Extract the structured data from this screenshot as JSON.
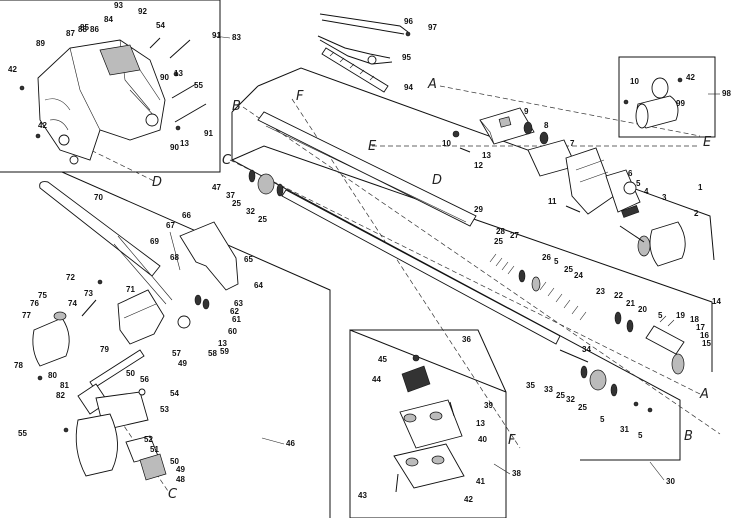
{
  "frame_labels": [
    "83",
    "46",
    "98",
    "38",
    "30"
  ],
  "section_letters": [
    "A",
    "B",
    "C",
    "D",
    "E",
    "F"
  ],
  "callouts": {
    "top_left": [
      "93",
      "92",
      "84",
      "54",
      "88",
      "87",
      "86",
      "85",
      "89",
      "42",
      "91",
      "90",
      "13",
      "55",
      "42",
      "90",
      "13",
      "91"
    ],
    "cables": [
      "96",
      "97",
      "95",
      "94"
    ],
    "box98": [
      "10",
      "42",
      "99"
    ],
    "motor": [
      "9",
      "8",
      "7",
      "10",
      "13",
      "12",
      "6",
      "5",
      "4",
      "3",
      "1",
      "11",
      "2"
    ],
    "shaft": [
      "47",
      "37",
      "25",
      "32",
      "25",
      "29",
      "28",
      "27",
      "25",
      "26",
      "5",
      "25",
      "24",
      "23",
      "22",
      "21",
      "20",
      "14",
      "5",
      "19",
      "18",
      "17",
      "16",
      "15",
      "36",
      "34",
      "35",
      "33",
      "25",
      "32",
      "25",
      "5",
      "31",
      "5"
    ],
    "left": [
      "70",
      "69",
      "67",
      "66",
      "68",
      "65",
      "64",
      "72",
      "73",
      "71",
      "75",
      "76",
      "74",
      "63",
      "62",
      "61",
      "60",
      "77",
      "13",
      "59",
      "58",
      "57",
      "79",
      "49",
      "78",
      "80",
      "50",
      "81",
      "56",
      "82",
      "54",
      "53",
      "55",
      "52",
      "51",
      "50",
      "49",
      "48"
    ],
    "clamp": [
      "45",
      "44",
      "39",
      "13",
      "40",
      "41",
      "43",
      "42"
    ]
  }
}
